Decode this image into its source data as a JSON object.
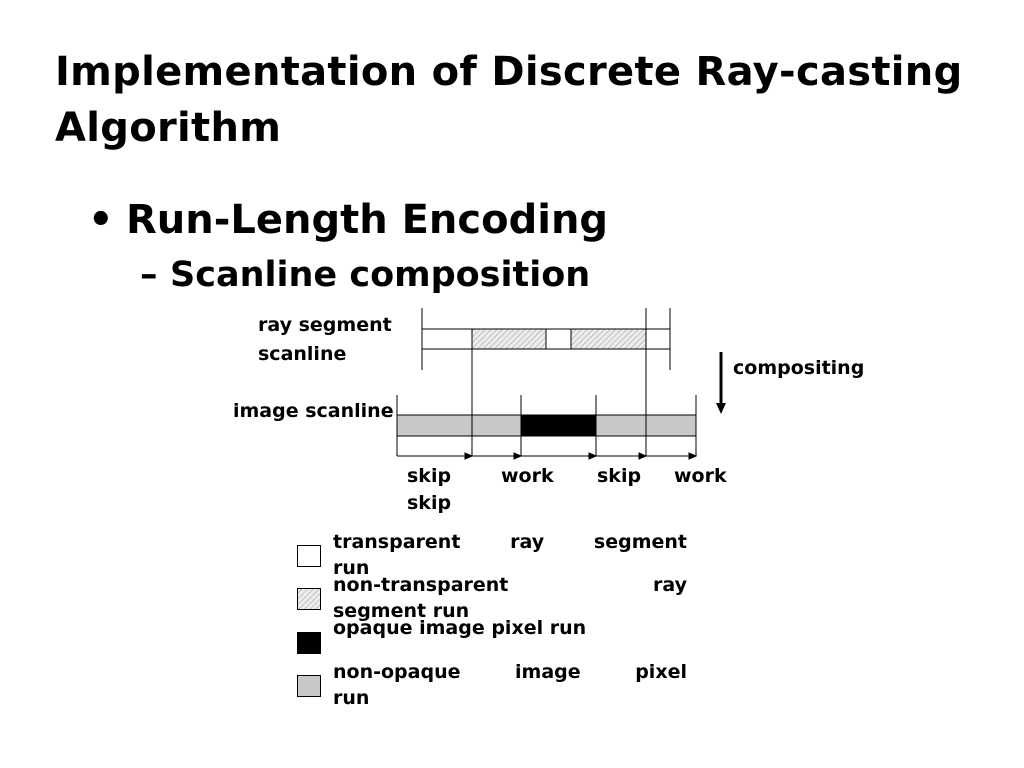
{
  "slide": {
    "title": "Implementation of Discrete Ray-casting Algorithm",
    "bullet": "Run-Length Encoding",
    "subbullet": "Scanline composition"
  },
  "diagram": {
    "label_ray_segment": "ray segment",
    "label_scanline": "scanline",
    "label_image_scanline": "image scanline",
    "label_compositing": "compositing",
    "run_labels": [
      "skip",
      "work",
      "skip",
      "work"
    ],
    "run_label_extra": "skip"
  },
  "legend": [
    {
      "line1": [
        "transparent",
        "ray",
        "segment"
      ],
      "line2": "run",
      "style": "white"
    },
    {
      "line1": [
        "non-transparent",
        "ray"
      ],
      "line2": "segment run",
      "style": "hatched"
    },
    {
      "line1": [
        "opaque image pixel run"
      ],
      "line2": "",
      "style": "black"
    },
    {
      "line1": [
        "non-opaque",
        "image",
        "pixel"
      ],
      "line2": "run",
      "style": "gray"
    }
  ],
  "colors": {
    "gray_run": "#c8c8c8",
    "black_run": "#000000",
    "hatch_bg": "#e8e8e8"
  }
}
